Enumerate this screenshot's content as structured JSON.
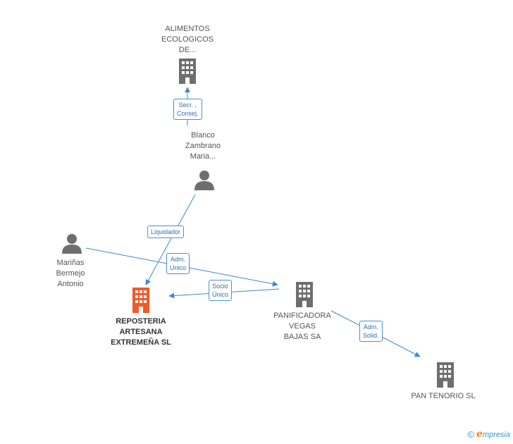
{
  "nodes": {
    "alimentos": {
      "label": "ALIMENTOS\nECOLOGICOS\nDE...",
      "type": "company",
      "color": "#6e6e6e"
    },
    "blanco": {
      "label": "Blanco\nZambrano\nMaria...",
      "type": "person",
      "color": "#6e6e6e"
    },
    "marinas": {
      "label": "Mariñas\nBermejo\nAntonio",
      "type": "person",
      "color": "#6e6e6e"
    },
    "reposteria": {
      "label": "REPOSTERIA\nARTESANA\nEXTREMEÑA SL",
      "type": "company",
      "color": "#f05a28"
    },
    "panificadora": {
      "label": "PANIFICADORA\nVEGAS\nBAJAS SA",
      "type": "company",
      "color": "#6e6e6e"
    },
    "pantenorio": {
      "label": "PAN TENORIO SL",
      "type": "company",
      "color": "#6e6e6e"
    }
  },
  "edges": {
    "secr": {
      "label": "Secr. ,\nConsej."
    },
    "liquidador": {
      "label": "Liquidador"
    },
    "admunico": {
      "label": "Adm.\nUnico"
    },
    "socio": {
      "label": "Socio\nÚnico"
    },
    "admsolid": {
      "label": "Adm.\nSolid."
    }
  },
  "edge_color": "#3a87d8",
  "footer": {
    "copyright": "©",
    "brand_initial": "e",
    "brand_rest": "mpresia"
  }
}
